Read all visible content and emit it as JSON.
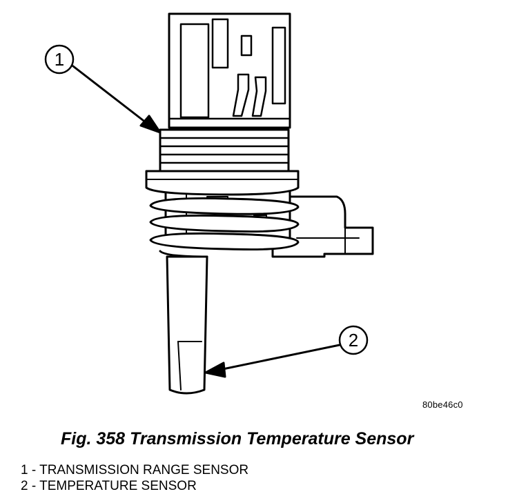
{
  "callouts": [
    {
      "number": "1"
    },
    {
      "number": "2"
    }
  ],
  "image_code": "80be46c0",
  "caption": "Fig. 358 Transmission Temperature Sensor",
  "legend": [
    "1 - TRANSMISSION RANGE SENSOR",
    "2 - TEMPERATURE SENSOR"
  ]
}
